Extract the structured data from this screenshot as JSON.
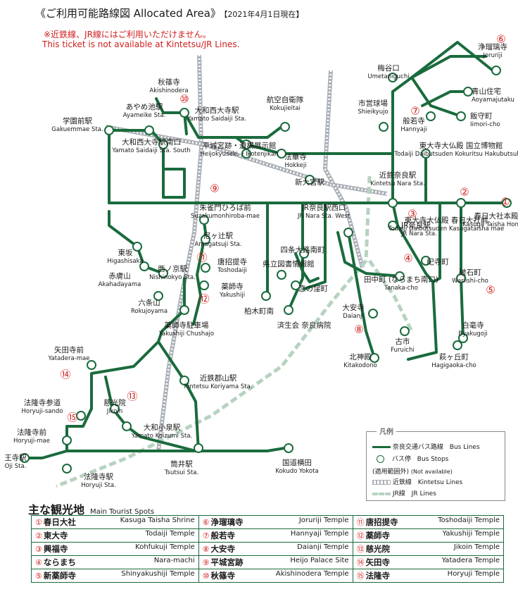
{
  "header": {
    "title": "《ご利用可能路線図 Allocated Area》",
    "date": "【2021年4月1日現在】",
    "warning_jp": "※近鉄線、JR線にはご利用いただけません。",
    "warning_en": "This ticket is not available at Kintetsu/JR Lines."
  },
  "colors": {
    "bus": "#1a6b3c",
    "kintetsu": "#aab0b6",
    "jr": "#b7d3c0",
    "spot_number": "#d0201e"
  },
  "stops": [
    {
      "id": "joruriji",
      "jp": "浄瑠璃寺",
      "en": "Joruriji"
    },
    {
      "id": "umetani",
      "jp": "梅谷口",
      "en": "Umetaniguchi"
    },
    {
      "id": "aoyama",
      "jp": "青山住宅",
      "en": "Aoyamajutaku"
    },
    {
      "id": "iimori",
      "jp": "飯守町",
      "en": "Iimori-cho"
    },
    {
      "id": "shiei",
      "jp": "市営球場",
      "en": "Shieikyujo"
    },
    {
      "id": "hannyaji",
      "jp": "般若寺",
      "en": "Hannyaji"
    },
    {
      "id": "akishinodera",
      "jp": "秋篠寺",
      "en": "Akishinodera"
    },
    {
      "id": "kokujieitai",
      "jp": "航空自衛隊",
      "en": "Kokujieitai"
    },
    {
      "id": "ayameike",
      "jp": "あやめ池駅",
      "en": "Ayameike Sta."
    },
    {
      "id": "saidaiji",
      "jp": "大和西大寺駅",
      "en": "Yamato Saidaiji Sta."
    },
    {
      "id": "gakuen",
      "jp": "学園前駅",
      "en": "Gakuemmae Sta."
    },
    {
      "id": "saidaiji_s",
      "jp": "大和西大寺駅南口",
      "en": "Yamato Saidaiji Sta. South"
    },
    {
      "id": "heijo",
      "jp": "平城宮跡・遺構展示館",
      "en": "Heijokyuseki ・Ikotenjikan"
    },
    {
      "id": "hokkeji",
      "jp": "法華寺",
      "en": "Hokkeji"
    },
    {
      "id": "todaiji_d",
      "jp": "東大寺大仏殿 国立博物館",
      "en": "Todaiji Daibutsuden Kokuritsu Hakubutsukan"
    },
    {
      "id": "shinomiya",
      "jp": "新大宮駅",
      "en": ""
    },
    {
      "id": "kintetsu_nara",
      "jp": "近鉄奈良駅",
      "en": "Kintetsu Nara Sta."
    },
    {
      "id": "kasuga",
      "jp": "春日大社本殿",
      "en": "Kasuga Taisha Honden"
    },
    {
      "id": "todaiji_k",
      "jp": "東大寺大仏殿 春日大社前",
      "en": "Todaiji Daibutsuden Kasugataisha mae"
    },
    {
      "id": "suzakumon",
      "jp": "朱雀門ひろば前",
      "en": "Suzakumonhiroba-mae"
    },
    {
      "id": "jr_nara_w",
      "jp": "JR奈良駅西口",
      "en": "JR Nara Sta. West"
    },
    {
      "id": "jr_nara",
      "jp": "JR奈良駅",
      "en": "JR Nara Sta."
    },
    {
      "id": "amagatsuji",
      "jp": "尼ヶ辻駅",
      "en": "Amagatsuji Sta."
    },
    {
      "id": "yojo",
      "jp": "四条大路南町",
      "en": ""
    },
    {
      "id": "higashisaka",
      "jp": "東坂",
      "en": "Higashisaka"
    },
    {
      "id": "akahada",
      "jp": "赤膚山",
      "en": "Akahadayama"
    },
    {
      "id": "nishinokyo",
      "jp": "西ノ京駅",
      "en": "Nishinokyo Sta."
    },
    {
      "id": "toshodaiji",
      "jp": "唐招提寺",
      "en": "Toshodaiji"
    },
    {
      "id": "yakushiji",
      "jp": "薬師寺",
      "en": "Yakushiji"
    },
    {
      "id": "toshokan",
      "jp": "県立図書情報館",
      "en": ""
    },
    {
      "id": "koinokubo",
      "jp": "恋の窪町",
      "en": ""
    },
    {
      "id": "kitsukimachi",
      "jp": "紀寺町",
      "en": ""
    },
    {
      "id": "wariishi",
      "jp": "破石町",
      "en": "Wariishi-cho"
    },
    {
      "id": "tanaka",
      "jp": "田中町 (ならまち南口)",
      "en": "Tanaka-cho"
    },
    {
      "id": "rokujo",
      "jp": "六条山",
      "en": "Rokujoyama"
    },
    {
      "id": "kashiwagi",
      "jp": "柏木町南",
      "en": ""
    },
    {
      "id": "saiseikai",
      "jp": "済生会 奈良病院",
      "en": ""
    },
    {
      "id": "daianji",
      "jp": "大安寺",
      "en": "Daianji"
    },
    {
      "id": "byakugoji",
      "jp": "白毫寺",
      "en": "Byakugoji"
    },
    {
      "id": "yakushiji_p",
      "jp": "薬師寺駐車場",
      "en": "Yakushiji Chushajo"
    },
    {
      "id": "furuichi",
      "jp": "古市",
      "en": "Furuichi"
    },
    {
      "id": "hagi",
      "jp": "萩ヶ丘町",
      "en": "Hagigaoka-cho"
    },
    {
      "id": "kitakodono",
      "jp": "北神殿",
      "en": "Kitakodono"
    },
    {
      "id": "yatadera",
      "jp": "矢田寺前",
      "en": "Yatadera-mae"
    },
    {
      "id": "koriyama",
      "jp": "近鉄郡山駅",
      "en": "Kintetsu Koriyama Sta."
    },
    {
      "id": "jikoin",
      "jp": "慈光院",
      "en": "Jikoin"
    },
    {
      "id": "horyuji_sando",
      "jp": "法隆寺参道",
      "en": "Horyuji-sando"
    },
    {
      "id": "koizumi",
      "jp": "大和小泉駅",
      "en": "Yamato Koizumi Sta."
    },
    {
      "id": "horyujimae",
      "jp": "法隆寺前",
      "en": "Horyuji-mae"
    },
    {
      "id": "tsutsui",
      "jp": "筒井駅",
      "en": "Tsutsui Sta."
    },
    {
      "id": "kokudo",
      "jp": "国道横田",
      "en": "Kokudo Yokota"
    },
    {
      "id": "oji",
      "jp": "王寺駅",
      "en": "Oji Sta."
    },
    {
      "id": "horyuji_sta",
      "jp": "法隆寺駅",
      "en": "Horyuji Sta."
    }
  ],
  "map_numbers": [
    "①",
    "②",
    "③",
    "④",
    "⑤",
    "⑥",
    "⑦",
    "⑧",
    "⑨",
    "⑩",
    "⑪",
    "⑫",
    "⑬",
    "⑭",
    "⑮"
  ],
  "legend": {
    "title": "凡例",
    "bus_jp": "奈良交通バス路線",
    "bus_en": "Bus Lines",
    "stop_jp": "バス停",
    "stop_en": "Bus Stops",
    "na_jp": "(適用範囲外)",
    "na_en": "(Not available)",
    "kintetsu_jp": "近鉄線",
    "kintetsu_en": "Kintetsu Lines",
    "jr_jp": "JR線",
    "jr_en": "JR Lines"
  },
  "spots": {
    "title_jp": "主な観光地",
    "title_en": "Main Tourist Spots",
    "rows": [
      [
        {
          "n": "①",
          "jp": "春日大社",
          "en": "Kasuga Taisha Shrine"
        },
        {
          "n": "⑥",
          "jp": "浄瑠璃寺",
          "en": "Joruriji Temple"
        },
        {
          "n": "⑪",
          "jp": "唐招提寺",
          "en": "Toshodaiji Temple"
        }
      ],
      [
        {
          "n": "②",
          "jp": "東大寺",
          "en": "Todaiji Temple"
        },
        {
          "n": "⑦",
          "jp": "般若寺",
          "en": "Hannyaji Temple"
        },
        {
          "n": "⑫",
          "jp": "薬師寺",
          "en": "Yakushiji Temple"
        }
      ],
      [
        {
          "n": "③",
          "jp": "興福寺",
          "en": "Kohfukuji Temple"
        },
        {
          "n": "⑧",
          "jp": "大安寺",
          "en": "Daianji Temple"
        },
        {
          "n": "⑬",
          "jp": "慈光院",
          "en": "Jikoin Temple"
        }
      ],
      [
        {
          "n": "④",
          "jp": "ならまち",
          "en": "Nara-machi"
        },
        {
          "n": "⑨",
          "jp": "平城宮跡",
          "en": "Heijo Palace Site"
        },
        {
          "n": "⑭",
          "jp": "矢田寺",
          "en": "Yatadera Temple"
        }
      ],
      [
        {
          "n": "⑤",
          "jp": "新薬師寺",
          "en": "Shinyakushiji Temple"
        },
        {
          "n": "⑩",
          "jp": "秋篠寺",
          "en": "Akishinodera Temple"
        },
        {
          "n": "⑮",
          "jp": "法隆寺",
          "en": "Horyuji Temple"
        }
      ]
    ]
  }
}
